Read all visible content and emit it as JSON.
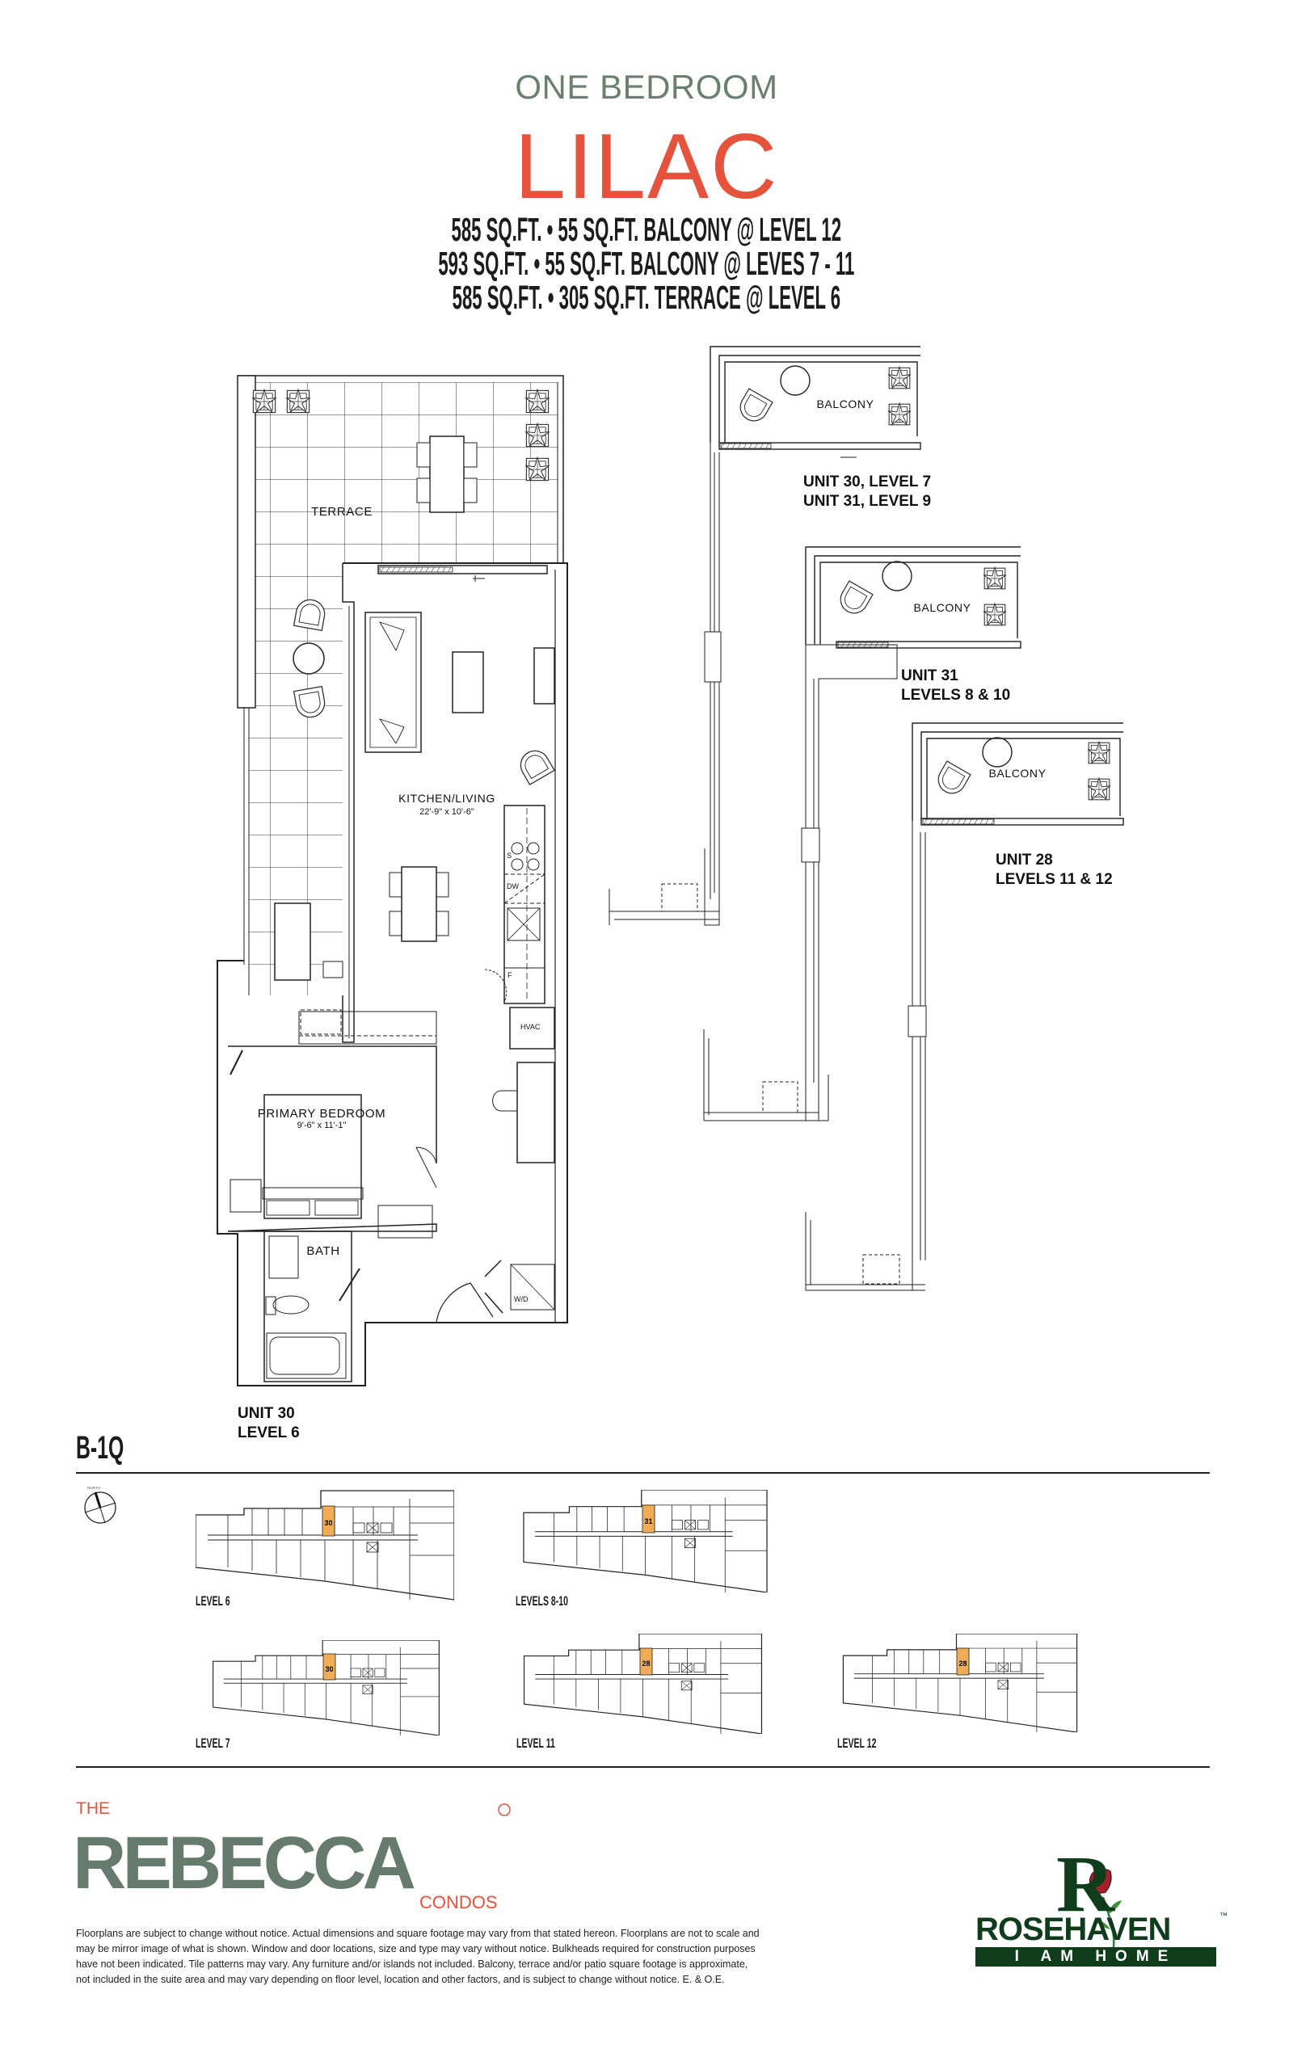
{
  "header": {
    "unit_type": "ONE BEDROOM",
    "model_name": "LILAC",
    "specs": [
      "585 SQ.FT. • 55 SQ.FT. BALCONY @ LEVEL 12",
      "593 SQ.FT. • 55 SQ.FT. BALCONY @ LEVES 7 - 11",
      "585 SQ.FT. • 305 SQ.FT. TERRACE @ LEVEL 6"
    ]
  },
  "main_plan": {
    "rooms": {
      "terrace": "TERRACE",
      "kitchen_living": "KITCHEN/LIVING",
      "kitchen_living_dims": "22'-9\" x 10'-6\"",
      "bedroom": "PRIMARY BEDROOM",
      "bedroom_dims": "9'-6\" x 11'-1\"",
      "bath": "BATH",
      "hvac": "HVAC",
      "washer_dryer": "W/D",
      "dishwasher": "DW",
      "fridge": "F",
      "stove": "S"
    },
    "unit": "UNIT 30",
    "level": "LEVEL 6"
  },
  "balcony_plans": [
    {
      "label": "BALCONY",
      "lines": [
        "UNIT 30, LEVEL 7",
        "UNIT 31, LEVEL 9"
      ]
    },
    {
      "label": "BALCONY",
      "lines": [
        "UNIT 31",
        "LEVELS 8 & 10"
      ]
    },
    {
      "label": "BALCONY",
      "lines": [
        "UNIT 28",
        "LEVELS 11 & 12"
      ]
    }
  ],
  "suite_code": "B-1Q",
  "compass_label": "NORTH",
  "key_plans": [
    {
      "level": "LEVEL 6",
      "unit": "30"
    },
    {
      "level": "LEVELS 8-10",
      "unit": "31"
    },
    {
      "level": "LEVEL 7",
      "unit": "30"
    },
    {
      "level": "LEVEL 11",
      "unit": "28"
    },
    {
      "level": "LEVEL 12",
      "unit": "28"
    }
  ],
  "branding": {
    "the": "THE",
    "name": "REBECCA",
    "condos": "CONDOS",
    "developer": "ROSEHAVEN",
    "developer_initial": "R",
    "trademark": "™",
    "tagline": "I AM HOME"
  },
  "disclaimer": [
    "Floorplans are subject to change without notice. Actual dimensions and square footage may vary from that stated hereon. Floorplans are not to scale and",
    "may be mirror image of what is shown. Window and door locations, size and type may vary without notice. Bulkheads required for construction purposes",
    "have not been indicated. Tile patterns may vary. Any furniture and/or islands not included. Balcony, terrace and/or patio square footage is approximate,",
    "not included in the suite area and may vary depending on floor level, location and other factors, and is subject to change without notice. E. & O.E."
  ],
  "colors": {
    "accent_red": "#e5533d",
    "sage": "#667b6d",
    "highlight": "#f0ad55",
    "rosehaven_green": "#0f3d1c"
  }
}
